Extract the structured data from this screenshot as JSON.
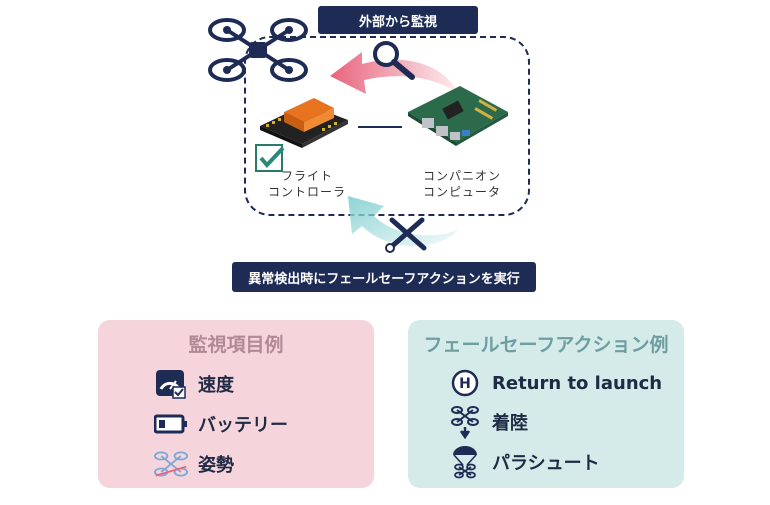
{
  "top_banner": "外部から監視",
  "bottom_banner": "異常検出時にフェールセーフアクションを実行",
  "flight_controller": {
    "line1": "フライト",
    "line2": "コントローラ"
  },
  "companion_computer": {
    "line1": "コンパニオン",
    "line2": "コンピュータ"
  },
  "monitor_panel": {
    "title": "監視項目例",
    "items": [
      {
        "label": "速度",
        "icon": "speedometer-icon"
      },
      {
        "label": "バッテリー",
        "icon": "battery-icon"
      },
      {
        "label": "姿勢",
        "icon": "drone-attitude-icon"
      }
    ]
  },
  "failsafe_panel": {
    "title": "フェールセーフアクション例",
    "items": [
      {
        "label": "Return to launch",
        "icon": "helipad-icon"
      },
      {
        "label": "着陸",
        "icon": "drone-landing-icon"
      },
      {
        "label": "パラシュート",
        "icon": "parachute-icon"
      }
    ]
  },
  "colors": {
    "navy": "#1d2b55",
    "pink_arrow": "#e8647c",
    "teal_arrow": "#8fd3d4",
    "monitor_bg": "#f6d4dc",
    "failsafe_bg": "#d4ebe9",
    "monitor_title": "#b08a95",
    "failsafe_title": "#6f9ea0"
  }
}
